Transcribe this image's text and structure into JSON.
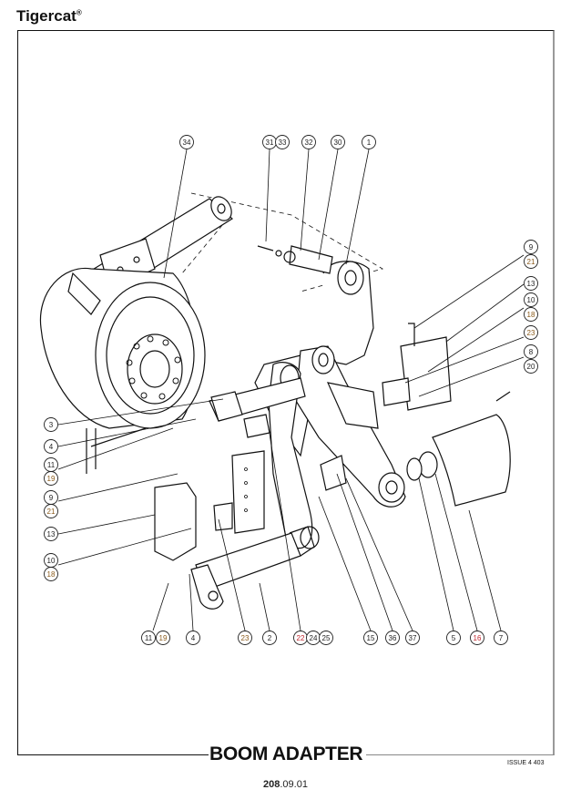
{
  "brand": "Tigercat",
  "brand_mark": "®",
  "title": "BOOM ADAPTER",
  "issue": "ISSUE 4 403",
  "page_number_bold": "208",
  "page_number_rest": ".09.01",
  "callouts": [
    "34",
    "31",
    "33",
    "32",
    "30",
    "1",
    "9",
    "21",
    "13",
    "10",
    "18",
    "23",
    "8",
    "20",
    "3",
    "4",
    "11",
    "19",
    "9",
    "21",
    "13",
    "10",
    "18",
    "11",
    "19",
    "4",
    "23",
    "2",
    "22",
    "24",
    "25",
    "15",
    "36",
    "37",
    "5",
    "16",
    "7"
  ],
  "callout_colors": {
    "default": "#222222",
    "red": "#c0262d",
    "brown": "#8a5a1a",
    "blue": "#2a3f8f"
  }
}
